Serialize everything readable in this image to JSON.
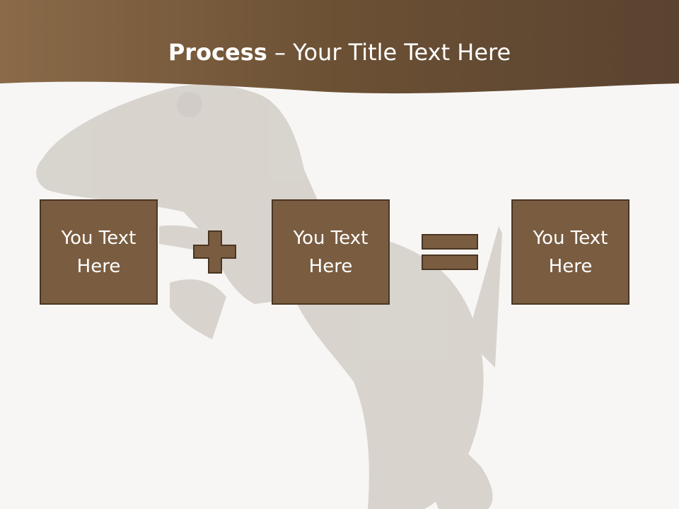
{
  "slide": {
    "title_bold": "Process",
    "title_rest": " – Your Title Text Here",
    "boxes": [
      {
        "line1": "You Text",
        "line2": "Here"
      },
      {
        "line1": "You Text",
        "line2": "Here"
      },
      {
        "line1": "You Text",
        "line2": "Here"
      }
    ],
    "operators": [
      "plus-icon",
      "equals-icon"
    ]
  },
  "colors": {
    "header_band": "#6b5034",
    "box_fill": "#7a5c40",
    "box_border": "#4a3622",
    "background": "#f8f6f4"
  }
}
